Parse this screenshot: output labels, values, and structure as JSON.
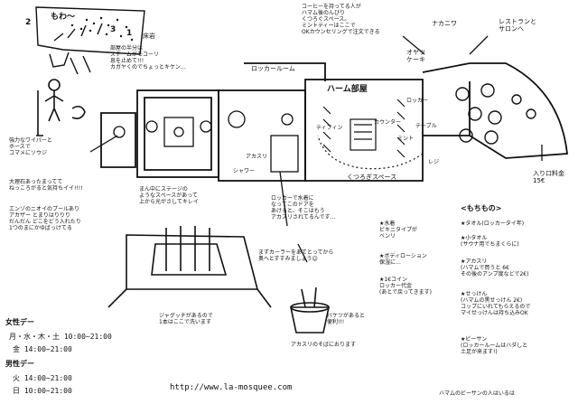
{
  "title_region": {
    "steam_sign": "もわ〜",
    "steam_text": "部屋の半分は\nスチームがモコーリ\n息を止めて!!!\nカガヤくのでちょっとキケン…",
    "num_1": "1",
    "num_2": "2",
    "num_3": "3",
    "label_bedrock": "床岩"
  },
  "left_notes": {
    "strong_wiper": "強力なワイパーと\nホースで\nコマメにソウジ",
    "big_splash": "大理石あったまってて\nねっころがると気持ちイイ!!!!",
    "unknown_area": "エンゾのニオイのプールあり\nアカザー とまりはりりり\nだんだん どこをどう入れたり\n1つのまにかゆばっけてる"
  },
  "center_notes": {
    "loft_room": "ロッカールーム",
    "stage_note": "まん中にステージの\nようなスペースがあって\n上から光がさしてキレイ",
    "door_note": "ロッカーで水着に\nなってこのドアを\nあけると、そこはもう\nアカスリされてるんです…",
    "mat_note": "まずカーラーをあてとってから\n奥へとすすみましょう☺",
    "amabari": "アカスリ",
    "shower": "シャワー",
    "bath_note": "ジャグッチがあるので\n1本はここで洗います",
    "bucket_note": "バケツがあると\n便利!!!",
    "bucket_sub": "アカスリのそばにおります"
  },
  "hamam": {
    "coffee_note": "コーヒーを持ってる人が\nハマム後のんびり\nくつろぐスペース。\nミントティーはここで\nOKカウンセリングで注文できる",
    "heading": "ハーム部屋",
    "relax_space": "くつろぎスペース",
    "tiffin_label": "ティフィン",
    "counter_label": "カウンター",
    "lock_label": "ロッカー",
    "mint_label": "ミント",
    "table_label": "テーブル",
    "reg_label": "レジ",
    "top_right_label": "ナカニワ",
    "restaurant_label": "レストランと\nサロンへ",
    "entrance": "入り口料金\n15€",
    "entrance_arrow": "↑",
    "top_label": "オヤツ\nケーキ"
  },
  "bring_list": {
    "heading": "<もちもの>",
    "items": [
      "★タオル(ロッカータイ年)",
      "★小タオル\n(サウナ用でちまくらに)",
      "★アカスリ\n(ハマムで買うと 6€\nその後のアンプ度などで2€)",
      "★せっけん\n(ハマムの黒せっけん 2€)\nコップにいれてもらえるので\nマイせっけんは持ち込みOK",
      "★ビーサン\n(ロッカールームはハダしと\n土足が来ます!)"
    ],
    "footnote": "ハマムのビーサンの人はいるは"
  },
  "mid_list": {
    "items": [
      "★水着\nビキニタイプが\nベンリ",
      "★ボディローション\n保湿に…",
      "★1€コイン\nロッカー代金\n(あとで戻ってきます)"
    ]
  },
  "hours": {
    "ladies_label": "女性デー",
    "ladies_days": "月・水・木・土 10:00~21:00",
    "ladies_fri": "金 14:00~21:00",
    "mens_label": "男性デー",
    "mens_tue": "火 14:00~21:00",
    "mens_sun": "日 10:00~21:00"
  },
  "url": "http://www.la-mosquee.com"
}
